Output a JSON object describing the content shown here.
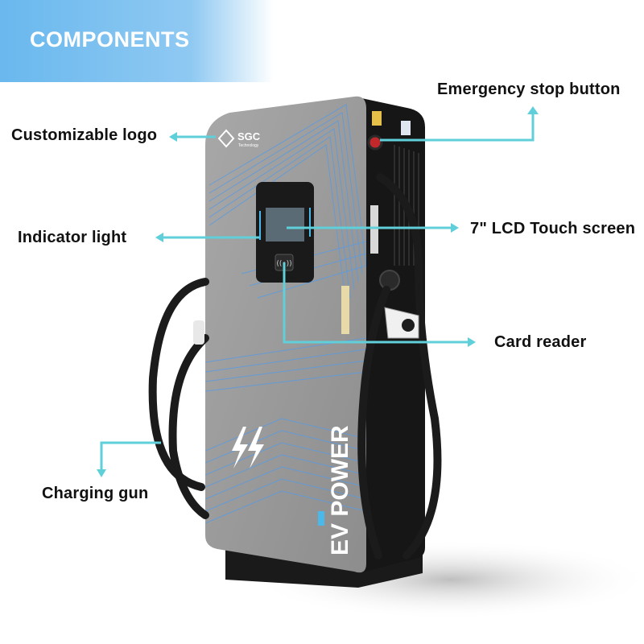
{
  "banner": {
    "title": "COMPONENTS"
  },
  "callouts": {
    "logo": "Customizable logo",
    "emergency": "Emergency stop button",
    "indicator": "Indicator light",
    "lcd": "7\" LCD Touch screen",
    "card": "Card reader",
    "gun": "Charging gun"
  },
  "charger": {
    "brand": "SGC",
    "brand_sub": "Technology",
    "panel_text": "EV POWER"
  },
  "colors": {
    "banner": "#69b8ee",
    "accent_line": "#5fcfd9",
    "cabinet_gray": "#9a9a9a",
    "cabinet_black": "#151515",
    "pattern_blue": "#4f8fd6"
  }
}
